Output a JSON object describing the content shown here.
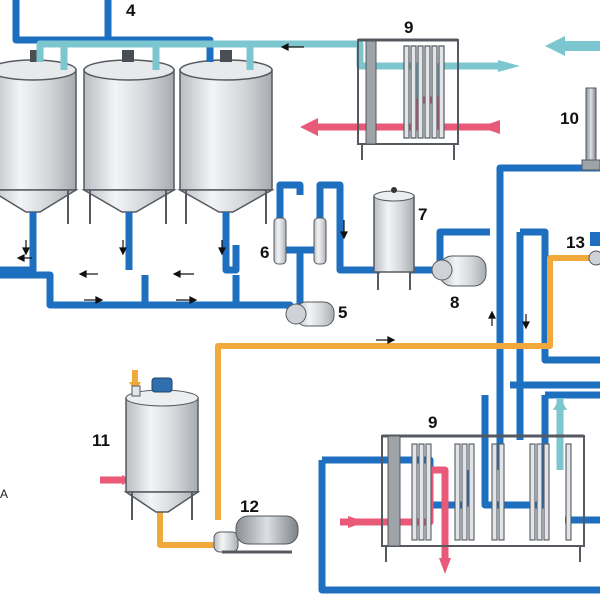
{
  "labels": {
    "n4": "4",
    "n5": "5",
    "n6": "6",
    "n7": "7",
    "n8": "8",
    "n9_top": "9",
    "n9_bottom": "9",
    "n10": "10",
    "n11": "11",
    "n12": "12",
    "n13": "13",
    "edge_fragment": "A"
  },
  "colors": {
    "product_line": "#1e6fc0",
    "cooling_line": "#7cc6cf",
    "heating_line": "#e85a78",
    "feed_line": "#f2a93b",
    "equipment_body": "#d9dcdf",
    "equipment_outline": "#555a60"
  }
}
